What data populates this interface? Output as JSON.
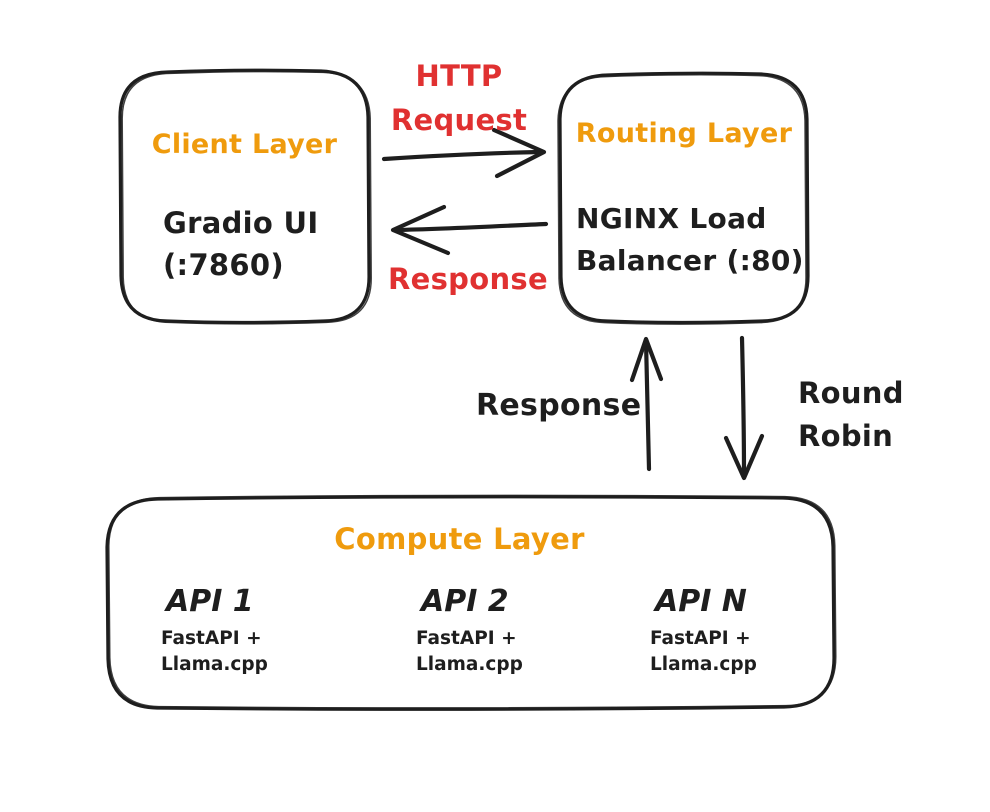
{
  "palette": {
    "orange": "#ef9b0d",
    "red": "#e03131",
    "ink": "#1e1e1e",
    "background": "#ffffff"
  },
  "diagram": {
    "client_box": {
      "title": "Client Layer",
      "body": "Gradio UI\n(:7860)"
    },
    "routing_box": {
      "title": "Routing Layer",
      "body": "NGINX Load\nBalancer (:80)"
    },
    "compute_box": {
      "title": "Compute Layer",
      "nodes": [
        {
          "name": "API 1",
          "detail": "FastAPI +\nLlama.cpp"
        },
        {
          "name": "API 2",
          "detail": "FastAPI +\nLlama.cpp"
        },
        {
          "name": "API N",
          "detail": "FastAPI +\nLlama.cpp"
        }
      ]
    },
    "arrows": {
      "http_request": {
        "label": "HTTP\nRequest",
        "direction": "right"
      },
      "response_top": {
        "label": "Response",
        "direction": "left"
      },
      "response_up": {
        "label": "Response",
        "direction": "up"
      },
      "round_robin": {
        "label": "Round\nRobin",
        "direction": "down"
      }
    }
  }
}
